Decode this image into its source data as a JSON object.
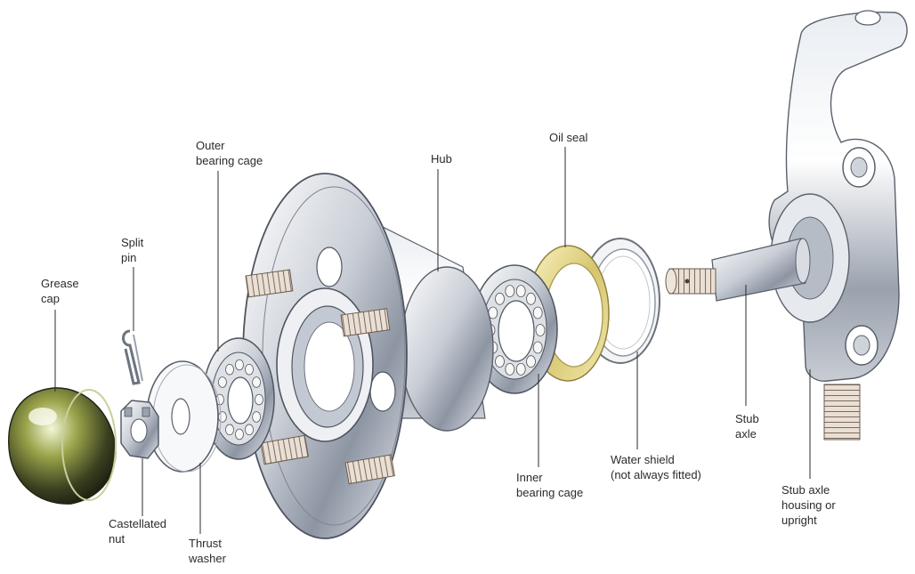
{
  "labels": {
    "grease_cap": [
      "Grease",
      "cap"
    ],
    "split_pin": [
      "Split",
      "pin"
    ],
    "outer_bearing_cage": [
      "Outer",
      "bearing cage"
    ],
    "hub": [
      "Hub"
    ],
    "oil_seal": [
      "Oil seal"
    ],
    "castellated_nut": [
      "Castellated",
      "nut"
    ],
    "thrust_washer": [
      "Thrust",
      "washer"
    ],
    "inner_bearing_cage": [
      "Inner",
      "bearing cage"
    ],
    "water_shield": [
      "Water shield",
      "(not always fitted)"
    ],
    "stub_axle": [
      "Stub",
      "axle"
    ],
    "stub_axle_housing": [
      "Stub axle",
      "housing or",
      "upright"
    ]
  }
}
